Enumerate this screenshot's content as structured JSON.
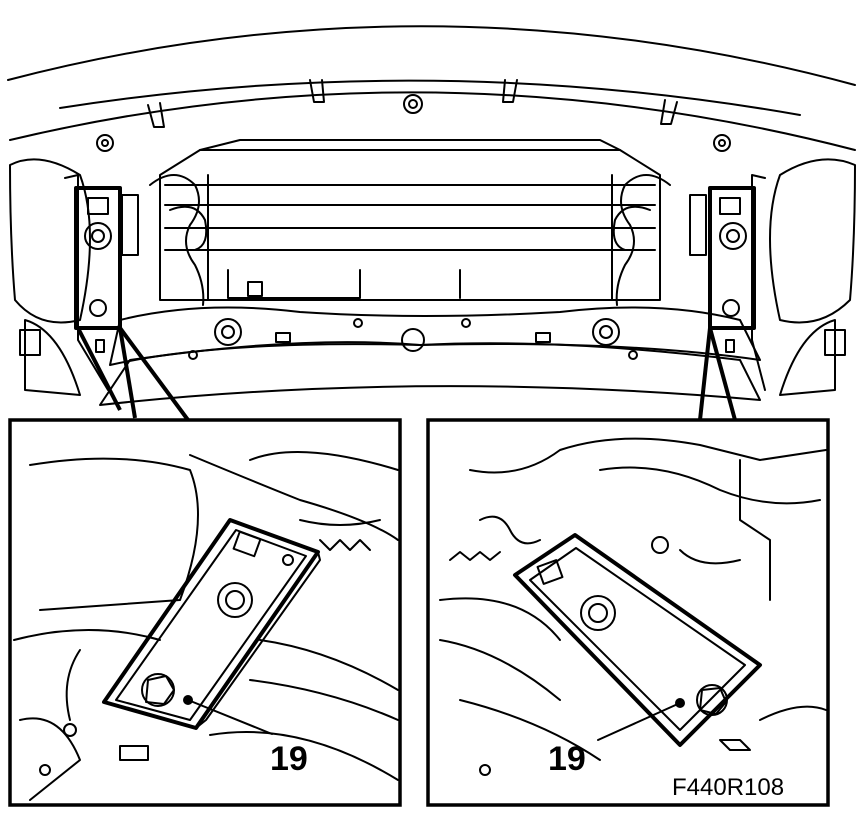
{
  "figure": {
    "callouts": {
      "left_detail": "19",
      "right_detail": "19"
    },
    "figure_code": "F440R108"
  }
}
